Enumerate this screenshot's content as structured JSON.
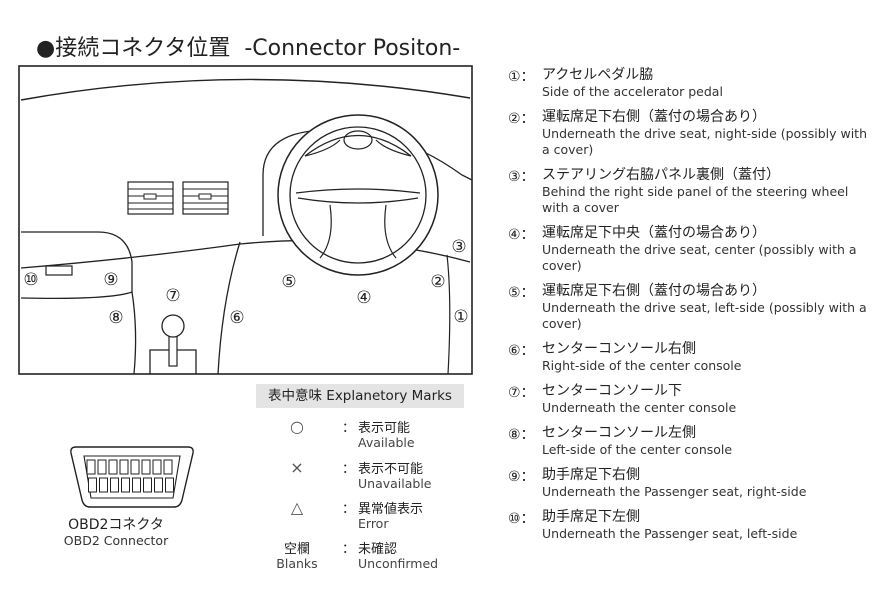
{
  "title": {
    "ja": "●接続コネクタ位置",
    "en": "-Connector Positon-"
  },
  "positions": [
    "①",
    "②",
    "③",
    "④",
    "⑤",
    "⑥",
    "⑦",
    "⑧",
    "⑨",
    "⑩"
  ],
  "marks": {
    "header": "表中意味 Explanetory Marks",
    "items": [
      {
        "symbol": "○",
        "ja": "表示可能",
        "en": "Available"
      },
      {
        "symbol": "×",
        "ja": "表示不可能",
        "en": "Unavailable"
      },
      {
        "symbol": "△",
        "ja": "異常値表示",
        "en": "Error"
      },
      {
        "symbol": "空欄",
        "symbol_en": "Blanks",
        "ja": "未確認",
        "en": "Unconfirmed"
      }
    ]
  },
  "obd": {
    "ja": "OBD2コネクタ",
    "en": "OBD2 Connector"
  },
  "legend": [
    {
      "num": "①：",
      "ja": "アクセルペダル脇",
      "en": "Side of the accelerator pedal"
    },
    {
      "num": "②：",
      "ja": "運転席足下右側（蓋付の場合あり）",
      "en": "Underneath the drive seat, night-side (possibly with a cover)"
    },
    {
      "num": "③：",
      "ja": "ステアリング右脇パネル裏側（蓋付）",
      "en": "Behind the right side panel of the steering wheel with a cover"
    },
    {
      "num": "④：",
      "ja": "運転席足下中央（蓋付の場合あり）",
      "en": "Underneath the drive seat, center (possibly with a cover)"
    },
    {
      "num": "⑤：",
      "ja": "運転席足下右側（蓋付の場合あり）",
      "en": "Underneath the drive seat, left-side (possibly with a cover)"
    },
    {
      "num": "⑥：",
      "ja": "センターコンソール右側",
      "en": "Right-side of the center console"
    },
    {
      "num": "⑦：",
      "ja": "センターコンソール下",
      "en": "Underneath the center console"
    },
    {
      "num": "⑧：",
      "ja": "センターコンソール左側",
      "en": "Left-side of the center console"
    },
    {
      "num": "⑨：",
      "ja": "助手席足下右側",
      "en": "Underneath the Passenger seat, right-side"
    },
    {
      "num": "⑩：",
      "ja": "助手席足下左側",
      "en": "Underneath the Passenger seat, left-side"
    }
  ]
}
